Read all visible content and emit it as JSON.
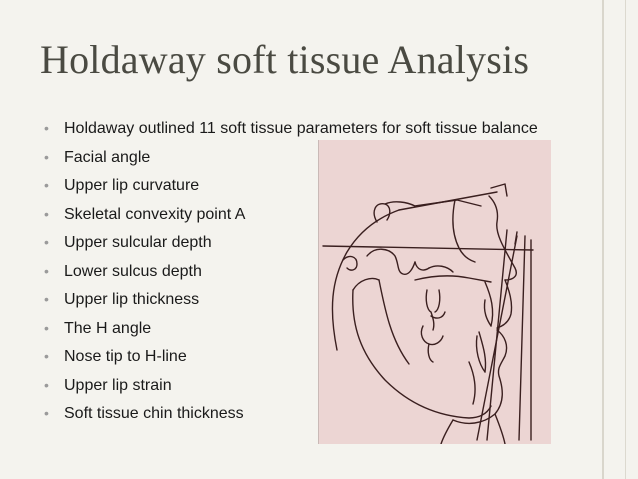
{
  "slide": {
    "title": "Holdaway soft tissue Analysis",
    "bullets": [
      "Holdaway outlined 11 soft tissue parameters for soft tissue balance",
      "Facial angle",
      "Upper lip curvature",
      "Skeletal convexity point A",
      "Upper sulcular depth",
      "Lower sulcus depth",
      "Upper lip thickness",
      "The H angle",
      "Nose tip to H-line",
      "Upper lip strain",
      "Soft tissue chin thickness"
    ],
    "bullet_glyph": "•"
  },
  "figure": {
    "icon": "cephalometric-tracing-drawing",
    "background_color": "#ecd5d3",
    "line_color": "#3a1f1f"
  }
}
